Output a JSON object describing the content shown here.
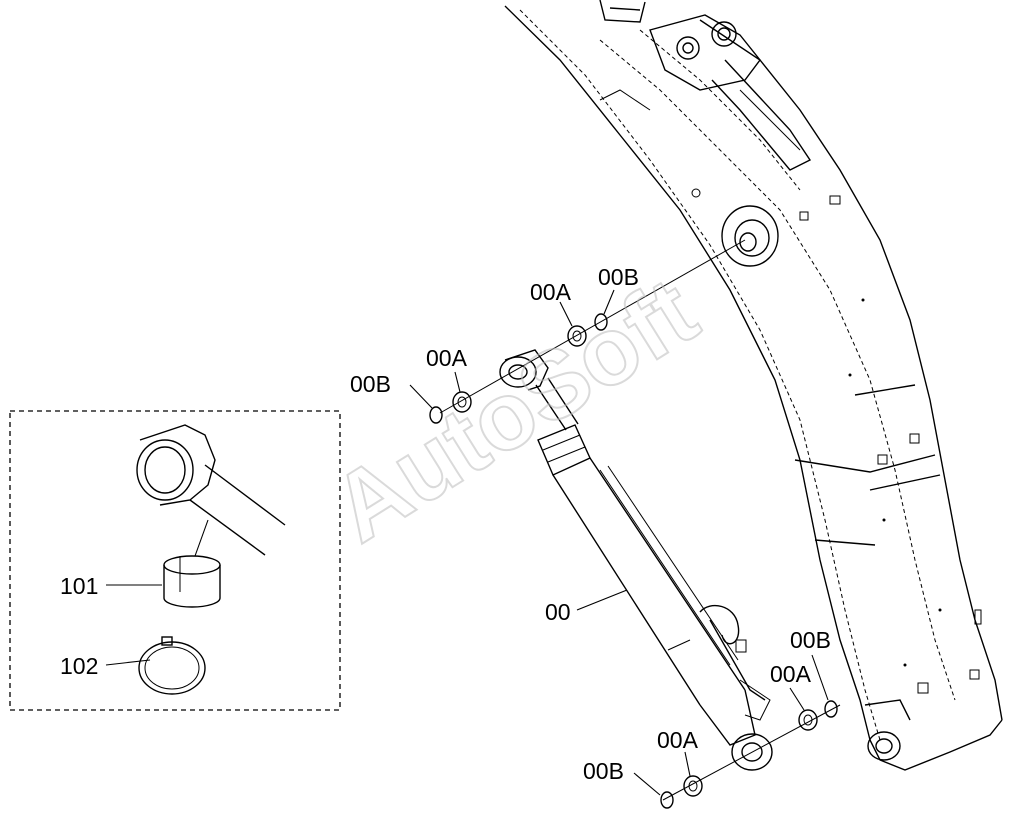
{
  "watermark": "AutoSoft",
  "callouts": {
    "cylinder": "00",
    "rod_pin_left_ring_a": "00A",
    "rod_pin_left_ring_b": "00B",
    "rod_pin_right_ring_a": "00A",
    "rod_pin_right_ring_b": "00B",
    "bottom_pin_right_ring_a": "00A",
    "bottom_pin_right_ring_b": "00B",
    "bottom_pin_left_ring_a": "00A",
    "bottom_pin_left_ring_b": "00B",
    "bushing": "101",
    "seal_ring": "102"
  },
  "colors": {
    "line": "#000000",
    "watermark": "#bdbdbd",
    "background": "#ffffff"
  }
}
